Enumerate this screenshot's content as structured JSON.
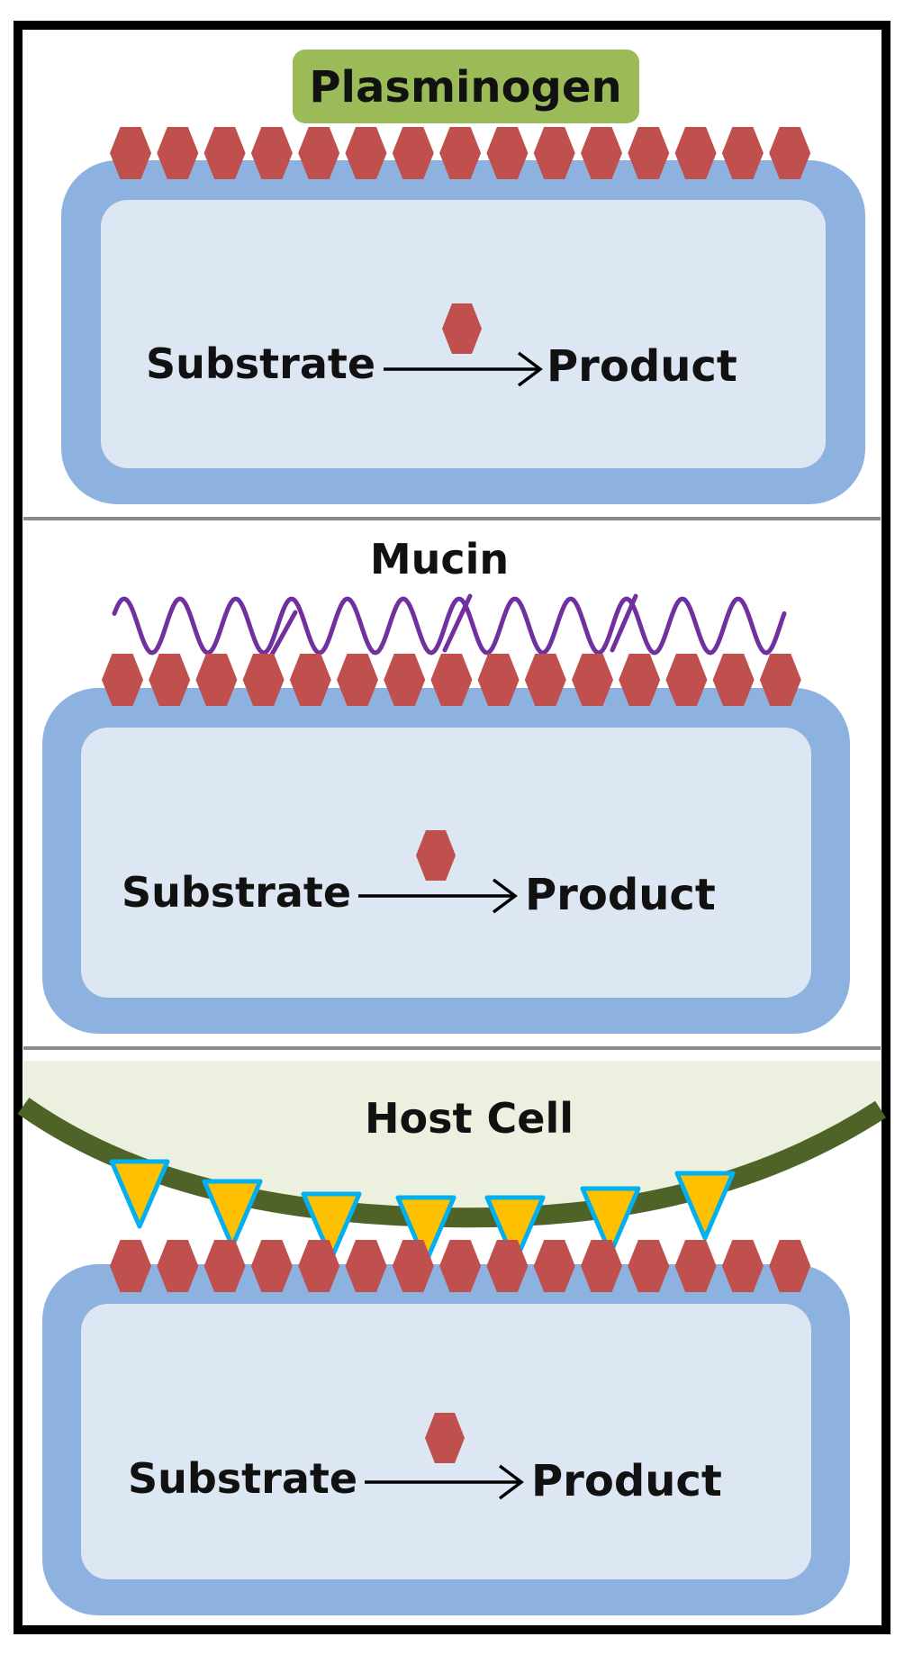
{
  "panels": [
    {
      "label": "Plasminogen",
      "reaction": {
        "substrate": "Substrate",
        "product": "Product"
      }
    },
    {
      "label": "Mucin",
      "reaction": {
        "substrate": "Substrate",
        "product": "Product"
      }
    },
    {
      "label": "Host Cell",
      "reaction": {
        "substrate": "Substrate",
        "product": "Product"
      }
    }
  ],
  "colors": {
    "frame": "#000000",
    "divider": "#8a8a8a",
    "cell_wall": "#8eb2e0",
    "cell_interior": "#dde6f3",
    "enzyme": "#c0504d",
    "plasminogen_badge": "#9bbb59",
    "mucin_strand": "#7030a0",
    "host_membrane": "#4f6228",
    "host_cytoplasm": "#ebf1de",
    "receptor_fill": "#ffc000",
    "receptor_outline": "#00b0f0"
  }
}
